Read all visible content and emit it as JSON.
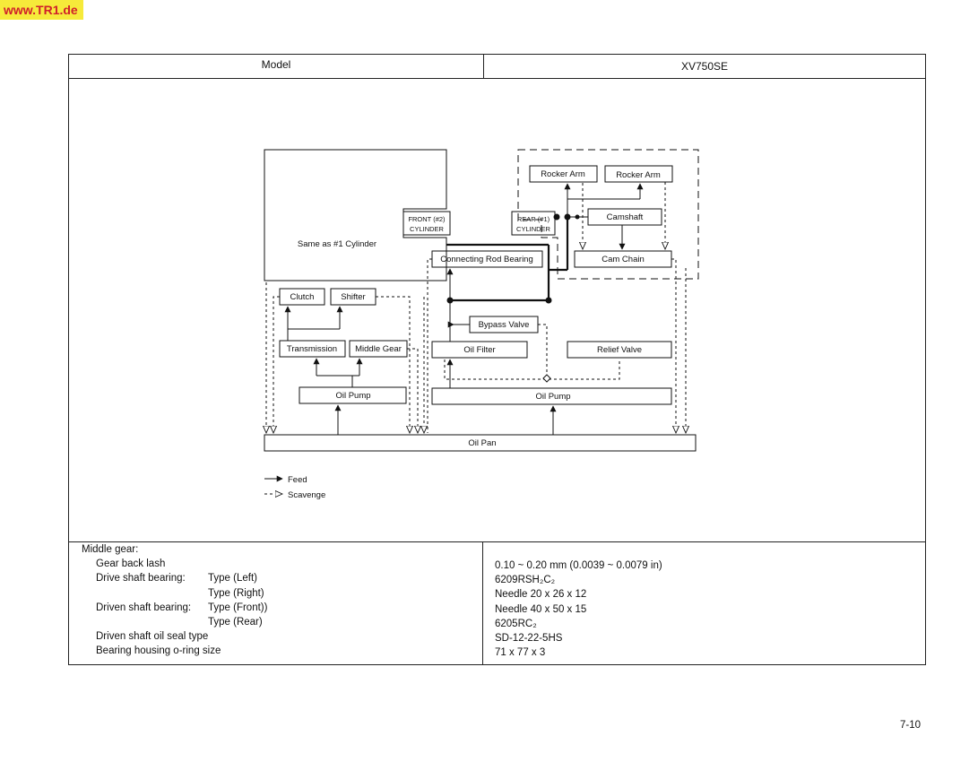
{
  "watermark": "www.TR1.de",
  "header": {
    "model_label": "Model",
    "model_value": "XV750SE"
  },
  "diagram": {
    "front_cylinder_block": "Same as #1 Cylinder",
    "front_tag": [
      "FRONT (#2)",
      "CYLINDER"
    ],
    "rear_tag": [
      "REAR (#1)",
      "CYLINDER"
    ],
    "rocker_arm_1": "Rocker Arm",
    "rocker_arm_2": "Rocker Arm",
    "camshaft": "Camshaft",
    "cam_chain": "Cam Chain",
    "connecting_rod_bearing": "Connecting Rod Bearing",
    "clutch": "Clutch",
    "shifter": "Shifter",
    "bypass_valve": "Bypass Valve",
    "transmission": "Transmission",
    "middle_gear": "Middle Gear",
    "oil_filter": "Oil Filter",
    "relief_valve": "Relief Valve",
    "oil_pump_left": "Oil Pump",
    "oil_pump_right": "Oil Pump",
    "oil_pan": "Oil Pan",
    "legend_feed": "Feed",
    "legend_scavenge": "Scavenge"
  },
  "specs": {
    "section": "Middle gear:",
    "gear_back_lash": "Gear back lash",
    "drive_shaft_bearing": "Drive shaft bearing:",
    "type_left": "Type (Left)",
    "type_right": "Type (Right)",
    "driven_shaft_bearing": "Driven shaft bearing:",
    "type_front": "Type (Front))",
    "type_rear": "Type (Rear)",
    "driven_shaft_oil_seal": "Driven shaft oil seal type",
    "bearing_housing_oring": "Bearing housing o-ring size",
    "values": {
      "gear_back_lash": "0.10 ~ 0.20 mm (0.0039 ~ 0.0079 in)",
      "type_left": "6209RSH₂C₂",
      "type_right": "Needle 20 x 26 x 12",
      "type_front": "Needle 40 x 50 x 15",
      "type_rear": "6205RC₂",
      "oil_seal": "SD-12-22-5HS",
      "oring": "71 x 77 x 3"
    }
  },
  "page_number": "7-10"
}
